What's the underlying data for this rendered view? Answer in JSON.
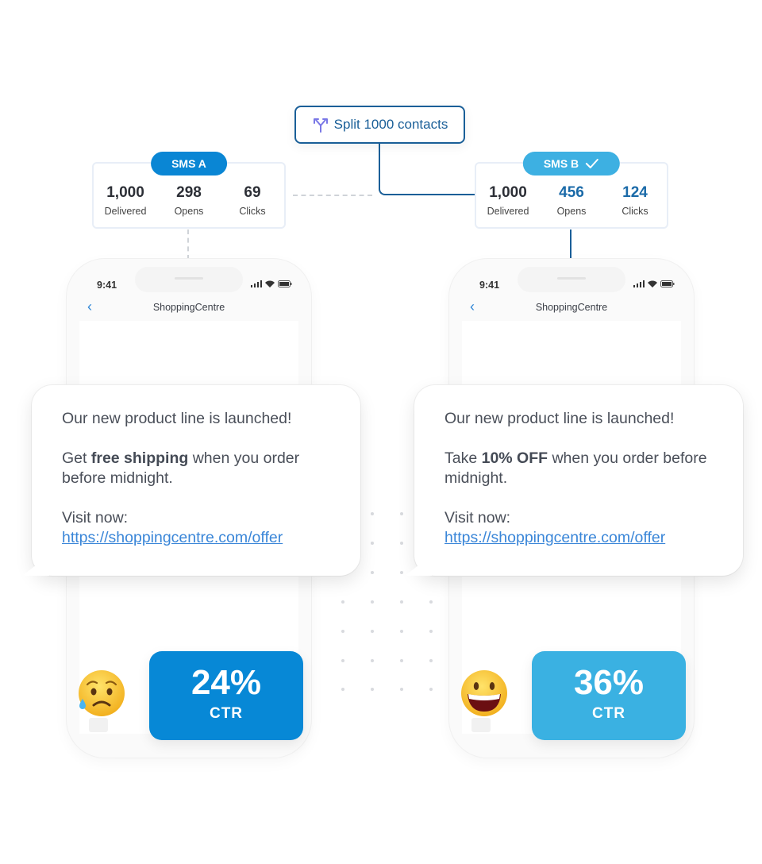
{
  "split": {
    "label": "Split 1000 contacts",
    "icon": "split-arrows-icon"
  },
  "variants": [
    {
      "badge": "SMS A",
      "badge_color": "#0a86d4",
      "winner": false,
      "stats": [
        {
          "value": "1,000",
          "label": "Delivered"
        },
        {
          "value": "298",
          "label": "Opens"
        },
        {
          "value": "69",
          "label": "Clicks"
        }
      ],
      "phone": {
        "time": "9:41",
        "contact": "ShoppingCentre"
      },
      "message": {
        "line1": "Our new product line is launched!",
        "line2_pre": "Get ",
        "line2_bold": "free shipping",
        "line2_post": " when you order before midnight.",
        "visit": "Visit now:",
        "link": "https://shoppingcentre.com/offer"
      },
      "ctr": {
        "value": "24%",
        "label": "CTR",
        "color": "#0788d6"
      },
      "emoji": "sad-sweat-face"
    },
    {
      "badge": "SMS B",
      "badge_color": "#3db0e2",
      "winner": true,
      "stats": [
        {
          "value": "1,000",
          "label": "Delivered"
        },
        {
          "value": "456",
          "label": "Opens"
        },
        {
          "value": "124",
          "label": "Clicks"
        }
      ],
      "phone": {
        "time": "9:41",
        "contact": "ShoppingCentre"
      },
      "message": {
        "line1": "Our new product line is launched!",
        "line2_pre": "Take ",
        "line2_bold": "10% OFF",
        "line2_post": " when you order before midnight.",
        "visit": "Visit now:",
        "link": "https://shoppingcentre.com/offer"
      },
      "ctr": {
        "value": "36%",
        "label": "CTR",
        "color": "#3ab1e2"
      },
      "emoji": "grinning-face"
    }
  ],
  "colors": {
    "connector": "#1a5f98",
    "highlight_number": "#1a6aa8",
    "link": "#3a86d8"
  }
}
